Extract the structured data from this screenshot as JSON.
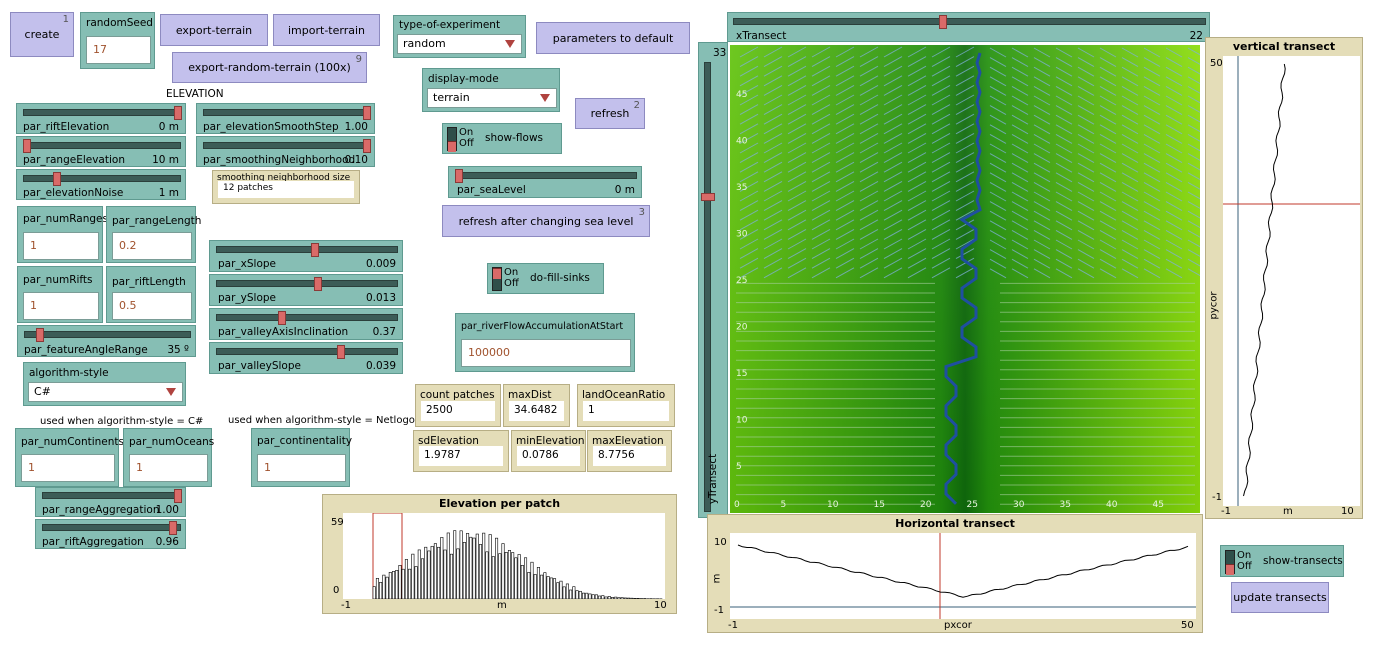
{
  "buttons": {
    "create": {
      "label": "create",
      "key": "1"
    },
    "export_terrain": {
      "label": "export-terrain"
    },
    "import_terrain": {
      "label": "import-terrain"
    },
    "export_random": {
      "label": "export-random-terrain (100x)",
      "key": "9"
    },
    "params_default": {
      "label": "parameters to default"
    },
    "refresh": {
      "label": "refresh",
      "key": "2"
    },
    "refresh_sea": {
      "label": "refresh after changing sea level",
      "key": "3"
    },
    "update_transects": {
      "label": "update transects"
    }
  },
  "random_seed": {
    "label": "randomSeed",
    "value": "17"
  },
  "section_elevation": "ELEVATION",
  "choosers": {
    "type_of_experiment": {
      "label": "type-of-experiment",
      "value": "random"
    },
    "display_mode": {
      "label": "display-mode",
      "value": "terrain"
    },
    "algorithm_style": {
      "label": "algorithm-style",
      "value": "C#"
    }
  },
  "switches": {
    "show_flows": {
      "label": "show-flows",
      "on": "On",
      "off": "Off"
    },
    "do_fill_sinks": {
      "label": "do-fill-sinks",
      "on": "On",
      "off": "Off"
    },
    "show_transects": {
      "label": "show-transects",
      "on": "On",
      "off": "Off"
    }
  },
  "sliders": {
    "rift_elevation": {
      "label": "par_riftElevation",
      "value": "0 m",
      "fraction": 1.0
    },
    "range_elevation": {
      "label": "par_rangeElevation",
      "value": "10 m",
      "fraction": 0.0
    },
    "elevation_noise": {
      "label": "par_elevationNoise",
      "value": "1 m",
      "fraction": 0.2
    },
    "smooth_step": {
      "label": "par_elevationSmoothStep",
      "value": "1.00",
      "fraction": 1.0
    },
    "smoothing_neigh": {
      "label": "par_smoothingNeighborhood",
      "value": "0.10",
      "fraction": 1.0
    },
    "sea_level": {
      "label": "par_seaLevel",
      "value": "0 m",
      "fraction": 0.0
    },
    "x_slope": {
      "label": "par_xSlope",
      "value": "0.009",
      "fraction": 0.55
    },
    "y_slope": {
      "label": "par_ySlope",
      "value": "0.013",
      "fraction": 0.58
    },
    "valley_axis": {
      "label": "par_valleyAxisInclination",
      "value": "0.37",
      "fraction": 0.37
    },
    "valley_slope": {
      "label": "par_valleySlope",
      "value": "0.039",
      "fraction": 0.7
    },
    "feature_angle": {
      "label": "par_featureAngleRange",
      "value": "35 º",
      "fraction": 0.1
    },
    "range_aggregation": {
      "label": "par_rangeAggregation",
      "value": "1.00",
      "fraction": 1.0
    },
    "rift_aggregation": {
      "label": "par_riftAggregation",
      "value": "0.96",
      "fraction": 0.96
    }
  },
  "inputs": {
    "num_ranges": {
      "label": "par_numRanges",
      "value": "1"
    },
    "range_length": {
      "label": "par_rangeLength",
      "value": "0.2"
    },
    "num_rifts": {
      "label": "par_numRifts",
      "value": "1"
    },
    "rift_length": {
      "label": "par_riftLength",
      "value": "0.5"
    },
    "river_flow": {
      "label": "par_riverFlowAccumulationAtStart",
      "value": "100000"
    },
    "num_continents": {
      "label": "par_numContinents",
      "value": "1"
    },
    "num_oceans": {
      "label": "par_numOceans",
      "value": "1"
    },
    "continentality": {
      "label": "par_continentality",
      "value": "1"
    }
  },
  "monitors": {
    "smoothing_size": {
      "label": "smoothing neighborhood size",
      "value": "12 patches"
    },
    "count_patches": {
      "label": "count patches",
      "value": "2500"
    },
    "max_dist": {
      "label": "maxDist",
      "value": "34.6482"
    },
    "land_ocean": {
      "label": "landOceanRatio",
      "value": "1"
    },
    "sd_elevation": {
      "label": "sdElevation",
      "value": "1.9787"
    },
    "min_elevation": {
      "label": "minElevation",
      "value": "0.0786"
    },
    "max_elevation": {
      "label": "maxElevation",
      "value": "8.7756"
    }
  },
  "notes": {
    "csharp": "used when algorithm-style = C#",
    "netlogo": "used when algorithm-style = Netlogo"
  },
  "world_sliders": {
    "x_transect": {
      "label": "xTransect",
      "value": "22",
      "fraction": 0.44
    },
    "y_transect": {
      "label": "yTransect",
      "value": "33",
      "fraction": 0.67
    }
  },
  "world": {
    "x_ticks": [
      "0",
      "5",
      "10",
      "15",
      "20",
      "25",
      "30",
      "35",
      "40",
      "45"
    ],
    "y_ticks": [
      "5",
      "10",
      "15",
      "20",
      "25",
      "30",
      "35",
      "40",
      "45"
    ]
  },
  "histogram": {
    "title": "Elevation per patch",
    "xlabel": "m",
    "xmin": "-1",
    "xmax": "10",
    "ymax": "59",
    "ymin": "0"
  },
  "horizontal_transect": {
    "title": "Horizontal transect",
    "xlabel": "pxcor",
    "ylabel": "m",
    "xmin": "-1",
    "xmax": "50",
    "ymin": "-1",
    "ymax": "10"
  },
  "vertical_transect": {
    "title": "vertical transect",
    "xlabel": "m",
    "ylabel": "pycor",
    "xmin": "-1",
    "xmax": "10",
    "ymin": "-1",
    "ymax": "50"
  },
  "colors": {
    "button": "#c3c0ec",
    "widget": "#86beb4",
    "monitor": "#e4ddb8",
    "terrain_dark": "#0f6b0c",
    "terrain_light": "#8bdc0a",
    "river": "#1f4fa0"
  }
}
